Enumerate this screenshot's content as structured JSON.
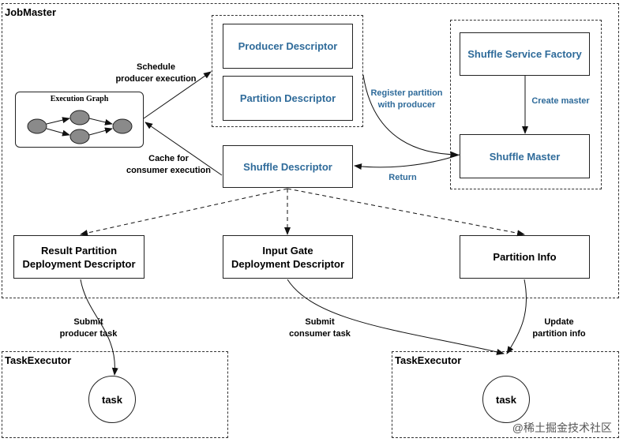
{
  "containers": {
    "jobmaster": "JobMaster",
    "taskexecutor_left": "TaskExecutor",
    "taskexecutor_right": "TaskExecutor"
  },
  "nodes": {
    "producer_descriptor": "Producer Descriptor",
    "partition_descriptor": "Partition Descriptor",
    "shuffle_service_factory": "Shuffle Service Factory",
    "shuffle_master": "Shuffle Master",
    "shuffle_descriptor": "Shuffle Descriptor",
    "execution_graph": "Execution Graph",
    "result_partition_dd": "Result Partition\nDeployment Descriptor",
    "input_gate_dd": "Input Gate\nDeployment Descriptor",
    "partition_info": "Partition Info",
    "task_left": "task",
    "task_right": "task"
  },
  "edge_labels": {
    "schedule": "Schedule\nproducer execution",
    "cache": "Cache for\nconsumer execution",
    "register": "Register partition\nwith producer",
    "create_master": "Create master",
    "return": "Return",
    "submit_producer": "Submit\nproducer task",
    "submit_consumer": "Submit\nconsumer task",
    "update_partition": "Update\npartition info"
  },
  "watermark": "@稀土掘金技术社区",
  "colors": {
    "blue_text": "#2f6b9a",
    "graph_node_fill": "#8a8a8a",
    "border": "#222222"
  }
}
